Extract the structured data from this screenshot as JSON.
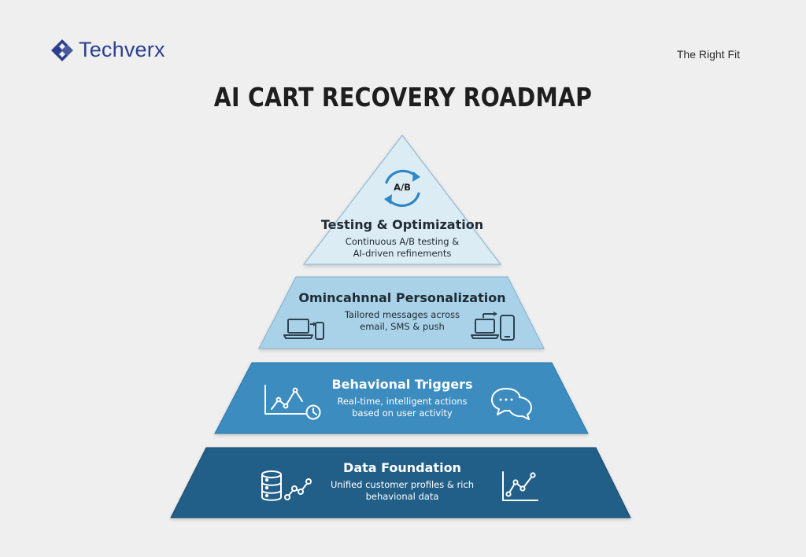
{
  "header": {
    "brand": "Techverx",
    "tagline": "The Right Fit"
  },
  "title": "AI CART RECOVERY ROADMAP",
  "tiers": [
    {
      "title": "Testing & Optimization",
      "desc_line1": "Continuous A/B testing &",
      "desc_line2": "AI-driven refinements",
      "icon_label": "A/B",
      "fill": "#dcecf5",
      "text_color": "#1f2a33"
    },
    {
      "title": "Omincahnnal Personalization",
      "desc_line1": "Tailored messages across",
      "desc_line2": "email, SMS & push",
      "fill": "#a9d2e8",
      "text_color": "#1f2a33"
    },
    {
      "title": "Behavional Triggers",
      "desc_line1": "Real-time, intelligent actions",
      "desc_line2": "based on user activity",
      "fill": "#3d8cbf",
      "text_color": "#ffffff"
    },
    {
      "title": "Data Foundation",
      "desc_line1": "Unified customer profiles & rich",
      "desc_line2": "behavional data",
      "fill": "#215f88",
      "text_color": "#ffffff"
    }
  ],
  "colors": {
    "brand": "#2b3f8f",
    "icon_dark": "#2d4151",
    "icon_light": "#ffffff",
    "cycle": "#2e87c8"
  }
}
